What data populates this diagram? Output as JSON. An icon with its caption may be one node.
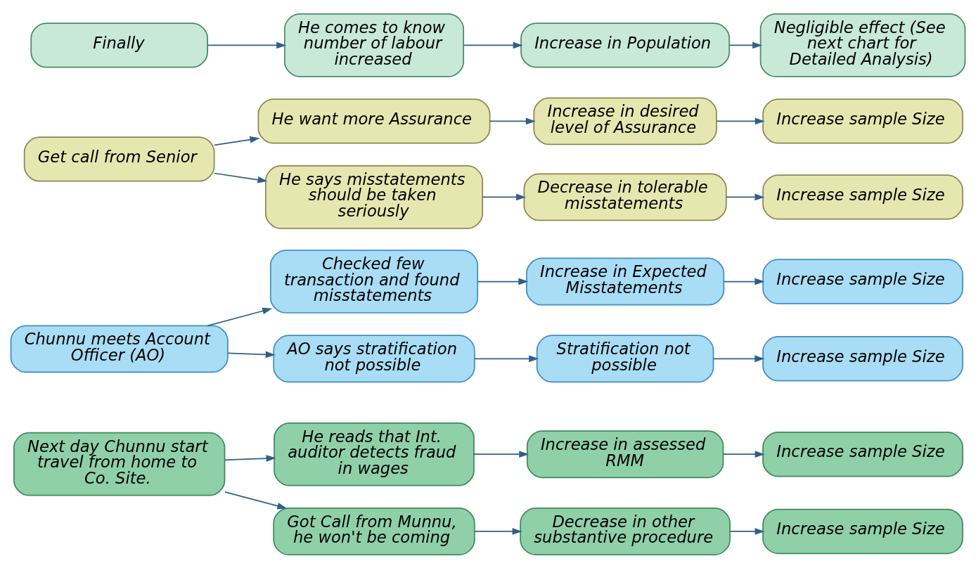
{
  "diagram": {
    "nodes": [
      {
        "text": [
          "Next day Chunnu start travel from home to Co. Site."
        ]
      },
      {
        "text": [
          "He reads that Int. auditor detects fraud in wages"
        ]
      },
      {
        "text": [
          "Increase in assessed RMM"
        ]
      },
      {
        "text": [
          "Increase sample Size"
        ]
      },
      {
        "text": [
          "Got Call from Munnu, he won't be coming"
        ]
      },
      {
        "text": [
          "Decrease in other substantive procedure"
        ]
      },
      {
        "text": [
          "Increase sample Size"
        ]
      },
      {
        "text": [
          "Chunnu meets Account Officer (AO)"
        ]
      },
      {
        "text": [
          "Checked few transaction and found misstatements"
        ]
      },
      {
        "text": [
          "Increase in Expected Misstatements"
        ]
      },
      {
        "text": [
          "Increase sample Size"
        ]
      },
      {
        "text": [
          "AO says stratification not possible"
        ]
      },
      {
        "text": [
          "Stratification not possible"
        ]
      },
      {
        "text": [
          "Increase sample Size"
        ]
      },
      {
        "text": [
          "Get call from Senior"
        ]
      },
      {
        "text": [
          "He want more Assurance"
        ]
      },
      {
        "text": [
          "Increase in desired level of Assurance"
        ]
      },
      {
        "text": [
          "Increase sample Size"
        ]
      },
      {
        "text": [
          "He says misstatements should be taken seriously"
        ]
      },
      {
        "text": [
          "Decrease in tolerable misstatements"
        ]
      },
      {
        "text": [
          "Increase sample Size"
        ]
      },
      {
        "text": [
          "Finally"
        ]
      },
      {
        "text": [
          "He comes to know number of labour increased"
        ]
      },
      {
        "text": [
          "Increase in Population"
        ]
      },
      {
        "text": [
          "Negligible effect (See next chart for Detailed Analysis)"
        ]
      }
    ],
    "edges": [
      {
        "from": 0,
        "to": 1,
        "arrow": "to"
      },
      {
        "from": 0,
        "to": 4,
        "arrow": "to"
      },
      {
        "from": 1,
        "to": 2,
        "arrow": "to"
      },
      {
        "from": 2,
        "to": 3,
        "arrow": "to"
      },
      {
        "from": 4,
        "to": 5,
        "arrow": "to"
      },
      {
        "from": 5,
        "to": 6,
        "arrow": "to"
      },
      {
        "from": 7,
        "to": 8,
        "arrow": "to"
      },
      {
        "from": 7,
        "to": 11,
        "arrow": "to"
      },
      {
        "from": 8,
        "to": 9,
        "arrow": "to"
      },
      {
        "from": 9,
        "to": 10,
        "arrow": "to"
      },
      {
        "from": 11,
        "to": 12,
        "arrow": "to"
      },
      {
        "from": 12,
        "to": 13,
        "arrow": "to"
      },
      {
        "from": 14,
        "to": 15,
        "arrow": "to"
      },
      {
        "from": 14,
        "to": 18,
        "arrow": "to"
      },
      {
        "from": 15,
        "to": 16,
        "arrow": "to"
      },
      {
        "from": 16,
        "to": 17,
        "arrow": "to"
      },
      {
        "from": 18,
        "to": 19,
        "arrow": "to"
      },
      {
        "from": 19,
        "to": 20,
        "arrow": "to"
      },
      {
        "from": 21,
        "to": 22,
        "arrow": "to"
      },
      {
        "from": 22,
        "to": 23,
        "arrow": "to"
      },
      {
        "from": 23,
        "to": 24,
        "arrow": "to"
      }
    ]
  }
}
